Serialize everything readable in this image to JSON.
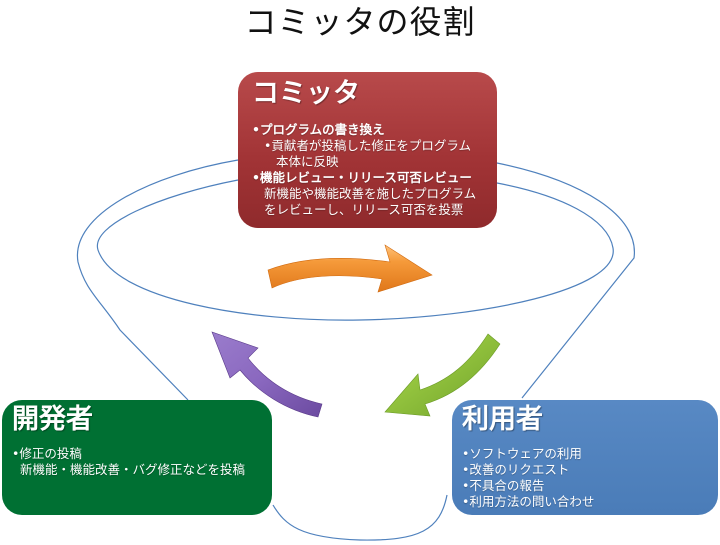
{
  "title": "コミッタの役割",
  "colors": {
    "committer": "#a23436",
    "developer": "#007033",
    "user": "#4f81bd",
    "funnel_line": "#4f81bd",
    "arrow_orange": "#f08a24",
    "arrow_green": "#8cbf3a",
    "arrow_purple": "#7d5bb0"
  },
  "committer": {
    "heading": "コミッタ",
    "items": [
      {
        "text": "•プログラムの書き換え"
      },
      {
        "text": "•貢献者が投稿した修正をプログラム"
      },
      {
        "text": "本体に反映"
      },
      {
        "text": "•機能レビュー・リリース可否レビュー"
      },
      {
        "text": "新機能や機能改善を施したプログラム"
      },
      {
        "text": "をレビューし、リリース可否を投票"
      }
    ]
  },
  "developer": {
    "heading": "開発者",
    "items": [
      {
        "text": "•修正の投稿"
      },
      {
        "text": "新機能・機能改善・バグ修正などを投稿"
      }
    ]
  },
  "user": {
    "heading": "利用者",
    "items": [
      {
        "text": "•ソフトウェアの利用"
      },
      {
        "text": "•改善のリクエスト"
      },
      {
        "text": "•不具合の報告"
      },
      {
        "text": "•利用方法の問い合わせ"
      }
    ]
  },
  "arrows": [
    {
      "name": "committer-to-user",
      "direction": "right",
      "color_key": "arrow_orange"
    },
    {
      "name": "user-to-developer",
      "direction": "down-left",
      "color_key": "arrow_green"
    },
    {
      "name": "developer-to-committer",
      "direction": "up-left",
      "color_key": "arrow_purple"
    }
  ]
}
